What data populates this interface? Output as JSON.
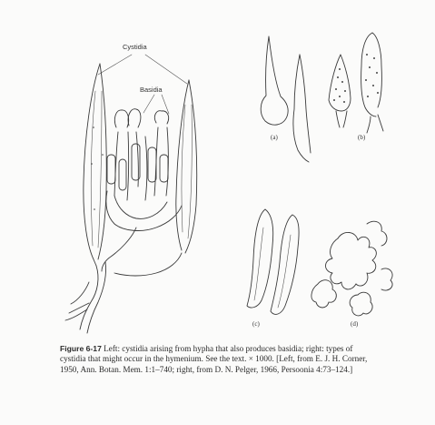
{
  "labels": {
    "cystidia": "Cystidia",
    "basidia": "Basidia",
    "a": "(a)",
    "b": "(b)",
    "c": "(c)",
    "d": "(d)"
  },
  "caption": {
    "figure_number": "Figure 6-17",
    "text": "Left: cystidia arising from hypha that also produces basidia; right: types of cystidia that might occur in the hymenium. See the text. × 1000. [Left, from E. J. H. Corner, 1950, Ann. Botan. Mem. 1:1–740; right, from D. N. Pelger, 1966, Persoonia 4:73–124.]"
  }
}
